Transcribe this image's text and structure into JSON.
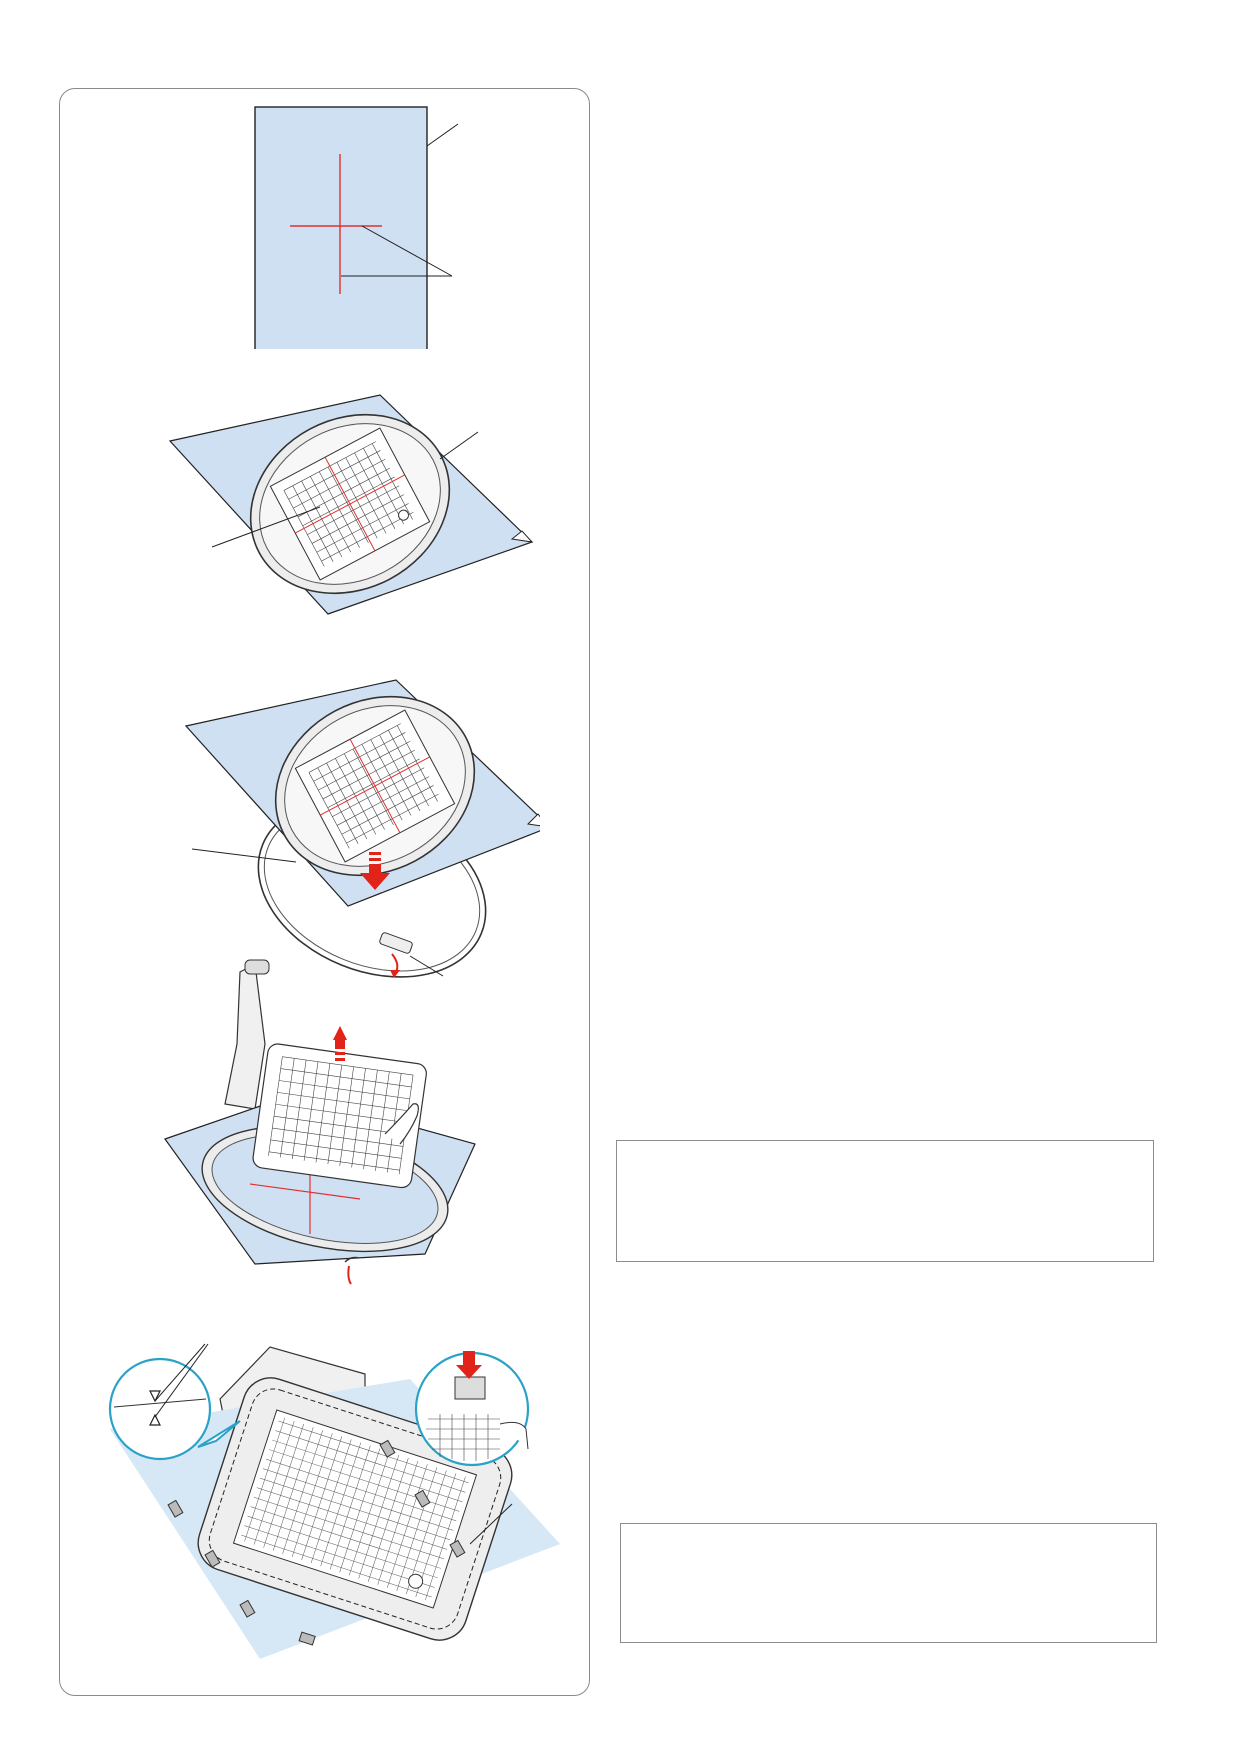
{
  "colors": {
    "fabric_blue": "#cfe0f3",
    "line_dark": "#222222",
    "mark_red": "#e03030",
    "arrow_red": "#e2231a",
    "hoop_gray": "#e6e6e6",
    "panel_border": "#8a8a8a",
    "zoom_circle": "#2aa2c8"
  },
  "figures": [
    {
      "name": "fabric-with-center-lines",
      "icons": [
        "fabric-sheet",
        "center-cross-lines"
      ]
    },
    {
      "name": "template-on-inner-hoop",
      "icons": [
        "fabric-sheet",
        "inner-hoop",
        "grid-template"
      ]
    },
    {
      "name": "fabric-over-outer-hoop",
      "icons": [
        "outer-hoop",
        "press-down-arrow",
        "hoop-screw"
      ]
    },
    {
      "name": "remove-template",
      "icons": [
        "hoop-arm",
        "lift-up-arrow",
        "hand"
      ]
    },
    {
      "name": "attach-magnets",
      "icons": [
        "alignment-marks-zoom",
        "magnet-press-zoom",
        "magnet-clip"
      ]
    }
  ],
  "note_boxes": [
    {
      "name": "note-box-1"
    },
    {
      "name": "note-box-2"
    }
  ]
}
